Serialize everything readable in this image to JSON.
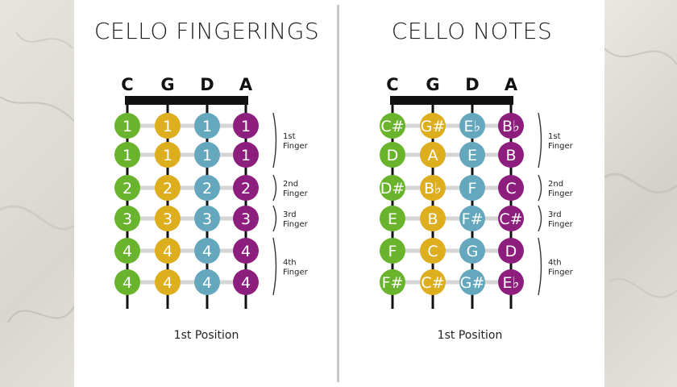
{
  "colors": {
    "C": "#6ab42d",
    "G": "#ddae1e",
    "D": "#65a8be",
    "A": "#8d1e7e",
    "fret_line": "#d5d5d5",
    "string": "#111111"
  },
  "strings": [
    "C",
    "G",
    "D",
    "A"
  ],
  "position_label": "1st Position",
  "left_panel": {
    "title": "CELLO FINGERINGS",
    "rows": [
      [
        "1",
        "1",
        "1",
        "1"
      ],
      [
        "1",
        "1",
        "1",
        "1"
      ],
      [
        "2",
        "2",
        "2",
        "2"
      ],
      [
        "3",
        "3",
        "3",
        "3"
      ],
      [
        "4",
        "4",
        "4",
        "4"
      ],
      [
        "4",
        "4",
        "4",
        "4"
      ]
    ]
  },
  "right_panel": {
    "title": "CELLO NOTES",
    "rows": [
      [
        "C#",
        "G#",
        "E♭",
        "B♭"
      ],
      [
        "D",
        "A",
        "E",
        "B"
      ],
      [
        "D#",
        "B♭",
        "F",
        "C"
      ],
      [
        "E",
        "B",
        "F#",
        "C#"
      ],
      [
        "F",
        "C",
        "G",
        "D"
      ],
      [
        "F#",
        "C#",
        "G#",
        "E♭"
      ]
    ]
  },
  "finger_groups": [
    {
      "ordinal": "1st",
      "word": "Finger",
      "rows": [
        0,
        1
      ]
    },
    {
      "ordinal": "2nd",
      "word": "Finger",
      "rows": [
        2,
        2
      ]
    },
    {
      "ordinal": "3rd",
      "word": "Finger",
      "rows": [
        3,
        3
      ]
    },
    {
      "ordinal": "4th",
      "word": "Finger",
      "rows": [
        4,
        5
      ]
    }
  ]
}
